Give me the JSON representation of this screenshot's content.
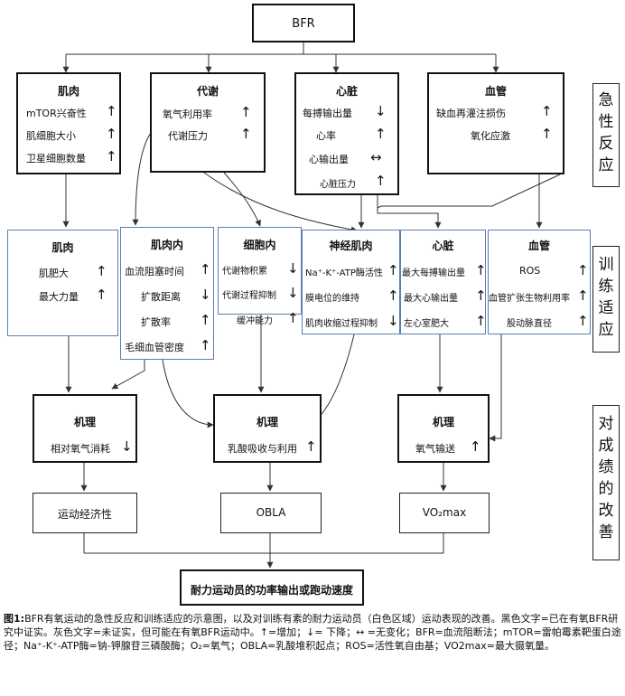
{
  "root": "BFR",
  "acute": {
    "muscle": {
      "title": "肌肉",
      "rows": [
        {
          "label": "mTOR兴奋性",
          "arrow": "↑"
        },
        {
          "label": "肌细胞大小",
          "arrow": "↑"
        },
        {
          "label": "卫星细胞数量",
          "arrow": "↑"
        }
      ]
    },
    "metabolism": {
      "title": "代谢",
      "rows": [
        {
          "label": "氧气利用率",
          "arrow": "↑"
        },
        {
          "label": "代谢压力",
          "arrow": "↑"
        }
      ]
    },
    "heart": {
      "title": "心脏",
      "rows": [
        {
          "label": "每搏输出量",
          "arrow": "↓"
        },
        {
          "label": "心率",
          "arrow": "↑"
        },
        {
          "label": "心输出量",
          "arrow": "↔"
        },
        {
          "label": "心脏压力",
          "arrow": "↑"
        }
      ]
    },
    "vessel": {
      "title": "血管",
      "rows": [
        {
          "label": "缺血再灌注损伤",
          "arrow": "↑"
        },
        {
          "label": "氧化应激",
          "arrow": "↑"
        }
      ]
    }
  },
  "training": {
    "muscle": {
      "title": "肌肉",
      "rows": [
        {
          "label": "肌肥大",
          "arrow": "↑"
        },
        {
          "label": "最大力量",
          "arrow": "↑"
        }
      ]
    },
    "intramuscular": {
      "title": "肌肉内",
      "rows": [
        {
          "label": "血流阻塞时间",
          "arrow": "↑"
        },
        {
          "label": "扩散距离",
          "arrow": "↓"
        },
        {
          "label": "扩散率",
          "arrow": "↑"
        },
        {
          "label": "毛细血管密度",
          "arrow": "↑"
        }
      ]
    },
    "intracellular": {
      "title": "细胞内",
      "rows": [
        {
          "label": "代谢物积累",
          "arrow": "↓"
        },
        {
          "label": "代谢过程抑制",
          "arrow": "↓"
        },
        {
          "label": "缓冲能力",
          "arrow": "↑"
        }
      ]
    },
    "neuromuscular": {
      "title": "神经肌肉",
      "rows": [
        {
          "label": "Na⁺-K⁺-ATP酶活性",
          "arrow": "↑"
        },
        {
          "label": "膜电位的维持",
          "arrow": "↑"
        },
        {
          "label": "肌肉收缩过程抑制",
          "arrow": "↓"
        }
      ]
    },
    "heart": {
      "title": "心脏",
      "rows": [
        {
          "label": "最大每搏输出量",
          "arrow": "↑"
        },
        {
          "label": "最大心输出量",
          "arrow": "↑"
        },
        {
          "label": "左心室肥大",
          "arrow": "↑"
        }
      ]
    },
    "vessel": {
      "title": "血管",
      "rows": [
        {
          "label": "ROS",
          "arrow": "↑"
        },
        {
          "label": "血管扩张生物利用率",
          "arrow": "↑"
        },
        {
          "label": "股动脉直径",
          "arrow": "↑"
        }
      ]
    }
  },
  "mechanisms": [
    {
      "title": "机理",
      "label": "相对氧气消耗",
      "arrow": "↓"
    },
    {
      "title": "机理",
      "label": "乳酸吸收与利用",
      "arrow": "↑"
    },
    {
      "title": "机理",
      "label": "氧气输送",
      "arrow": "↑"
    }
  ],
  "outcomes": [
    "运动经济性",
    "OBLA",
    "VO₂max"
  ],
  "final": "耐力运动员的功率输出或跑动速度",
  "side_labels": {
    "acute": "急性反应",
    "training": "训练适应",
    "performance": "对成绩的改善"
  },
  "caption": {
    "fig": "图1:",
    "text": "BFR有氧运动的急性反应和训练适应的示意图，以及对训练有素的耐力运动员（白色区域）运动表现的改善。黑色文字=已在有氧BFR研究中证实。灰色文字=未证实，但可能在有氧BFR运动中。↑=增加；↓= 下降；↔ =无变化；BFR=血流阻断法；mTOR=雷帕霉素靶蛋白途径；Na⁺-K⁺-ATP酶=钠-钾腺苷三磷酸酶；O₂=氧气；OBLA=乳酸堆积起点；ROS=活性氧自由基；VO2max=最大摄氧量。"
  }
}
